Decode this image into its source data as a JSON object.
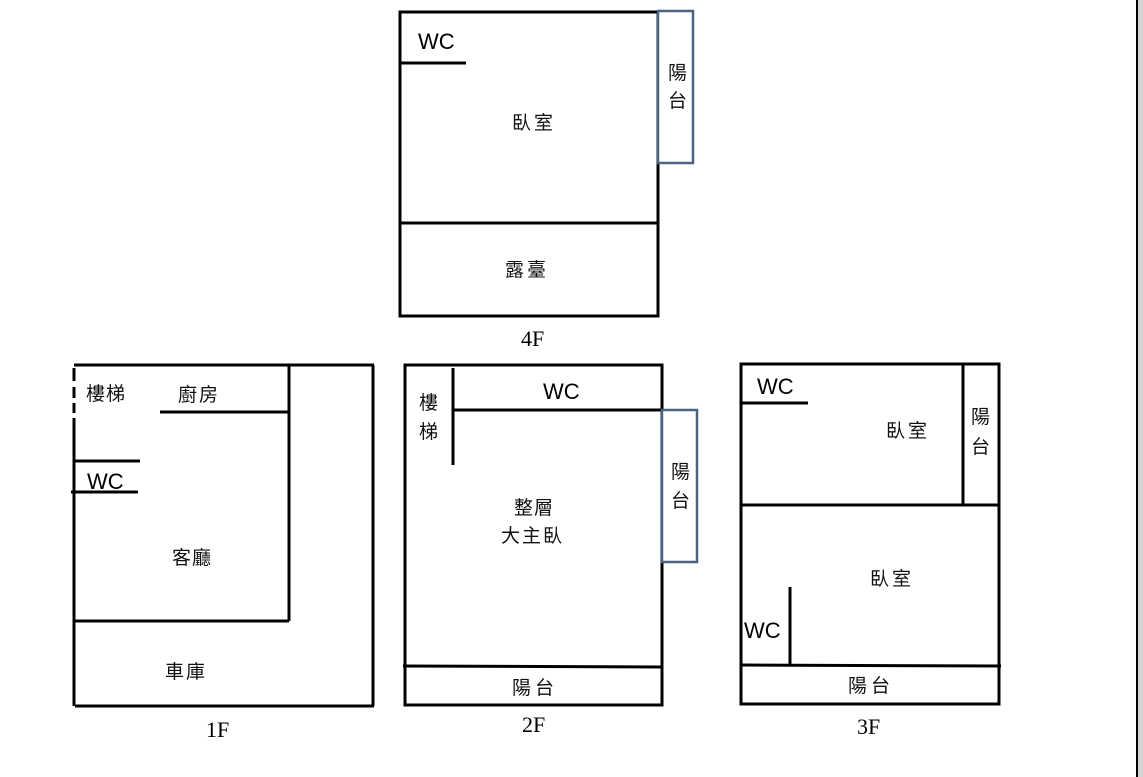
{
  "floors": {
    "f4": {
      "name": "4F",
      "rooms": {
        "wc": "WC",
        "bedroom": "臥室",
        "terrace": "露臺",
        "balcony": [
          "陽",
          "台"
        ]
      }
    },
    "f1": {
      "name": "1F",
      "rooms": {
        "stairs": "樓梯",
        "kitchen": "廚房",
        "wc": "WC",
        "living": "客廳",
        "garage": "車庫"
      }
    },
    "f2": {
      "name": "2F",
      "rooms": {
        "stairs": [
          "樓",
          "梯"
        ],
        "wc": "WC",
        "master_line1": "整層",
        "master_line2": "大主臥",
        "side_balcony": [
          "陽",
          "台"
        ],
        "bottom_balcony": "陽台"
      }
    },
    "f3": {
      "name": "3F",
      "rooms": {
        "wc_top": "WC",
        "bedroom_top": "臥室",
        "side_balcony": [
          "陽",
          "台"
        ],
        "bedroom_bottom": "臥室",
        "wc_bottom": "WC",
        "bottom_balcony": "陽台"
      }
    }
  },
  "colors": {
    "wall": "#000000",
    "balcony_outline": "#4a6380"
  }
}
